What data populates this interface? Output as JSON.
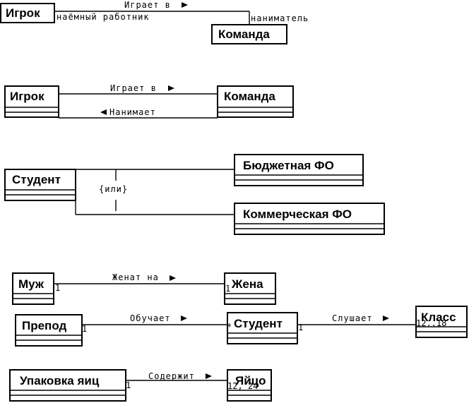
{
  "diagram1": {
    "class_player": "Игрок",
    "class_team": "Команда",
    "assoc_plays": "Играет в",
    "role_employee": "наёмный работник",
    "role_employer": "наниматель"
  },
  "diagram2": {
    "class_player": "Игрок",
    "class_team": "Команда",
    "assoc_plays": "Играет в",
    "assoc_hires": "Нанимает"
  },
  "diagram3": {
    "class_student": "Студент",
    "class_budget": "Бюджетная ФО",
    "class_commercial": "Коммерческая ФО",
    "constraint": "{или}"
  },
  "diagram4": {
    "class_husband": "Муж",
    "class_wife": "Жена",
    "assoc_married": "Женат на",
    "mult_husband": "1",
    "mult_wife": "1"
  },
  "diagram5": {
    "class_teacher": "Препод",
    "class_student": "Студент",
    "class_class": "Класс",
    "assoc_teaches": "Обучает",
    "assoc_listens": "Слушает",
    "mult_teacher": "1",
    "mult_student_left": "*",
    "mult_student_right": "1",
    "mult_class": "12..18"
  },
  "diagram6": {
    "class_pack": "Упаковка яиц",
    "class_egg": "Яйцо",
    "assoc_contains": "Содержит",
    "mult_pack": "1",
    "mult_egg": "12, 24"
  }
}
